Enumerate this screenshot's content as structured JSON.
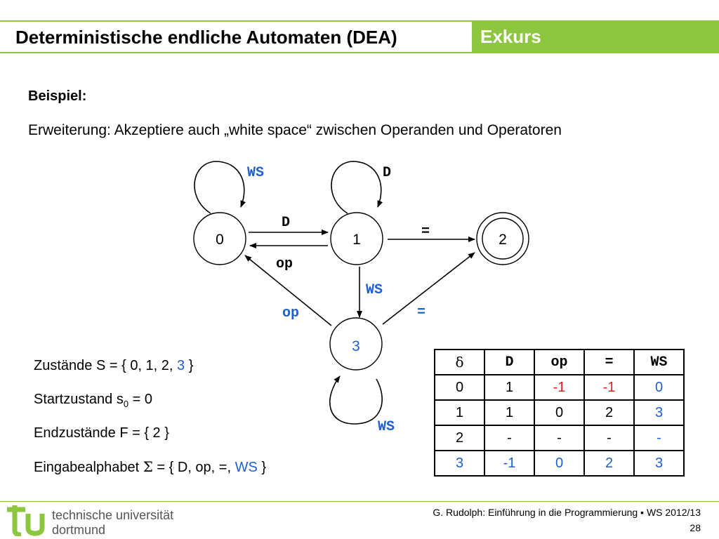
{
  "header": {
    "title": "Deterministische endliche Automaten (DEA)",
    "badge": "Exkurs"
  },
  "content": {
    "heading": "Beispiel:",
    "description": "Erweiterung: Akzeptiere auch „white space“ zwischen Operanden und Operatoren"
  },
  "diagram": {
    "states": {
      "s0": "0",
      "s1": "1",
      "s2": "2",
      "s3": "3"
    },
    "labels": {
      "loop0": "WS",
      "loop1": "D",
      "loop3": "WS",
      "e01": "D",
      "e10": "op",
      "e12": "=",
      "e13": "WS",
      "e30": "op",
      "e32": "="
    },
    "accepting_state": "2"
  },
  "properties": {
    "states_prefix": "Zustände S = { 0, 1, 2, ",
    "states_extra": "3",
    "states_suffix": " }",
    "start_prefix": "Startzustand s",
    "start_sub": "0",
    "start_suffix": " = 0",
    "final": "Endzustände F = { 2 }",
    "alphabet_prefix": "Eingabealphabet ",
    "alphabet_sigma": "Σ",
    "alphabet_mid": " = { D, op, =, ",
    "alphabet_extra": "WS",
    "alphabet_suffix": " }"
  },
  "table": {
    "corner": "δ",
    "columns": [
      "D",
      "op",
      "=",
      "WS"
    ],
    "rows": [
      {
        "state": "0",
        "cells": [
          "1",
          "-1",
          "-1",
          "0"
        ]
      },
      {
        "state": "1",
        "cells": [
          "1",
          "0",
          "2",
          "3"
        ]
      },
      {
        "state": "2",
        "cells": [
          "-",
          "-",
          "-",
          "-"
        ]
      },
      {
        "state": "3",
        "cells": [
          "-1",
          "0",
          "2",
          "3"
        ]
      }
    ]
  },
  "footer": {
    "logo_line1": "technische universität",
    "logo_line2": "dortmund",
    "citation": "G. Rudolph: Einführung in die Programmierung ▪ WS 2012/13",
    "page": "28"
  },
  "colors": {
    "accent_green": "#8dc63f",
    "blue": "#1f5fd1",
    "red": "#e0201b"
  }
}
